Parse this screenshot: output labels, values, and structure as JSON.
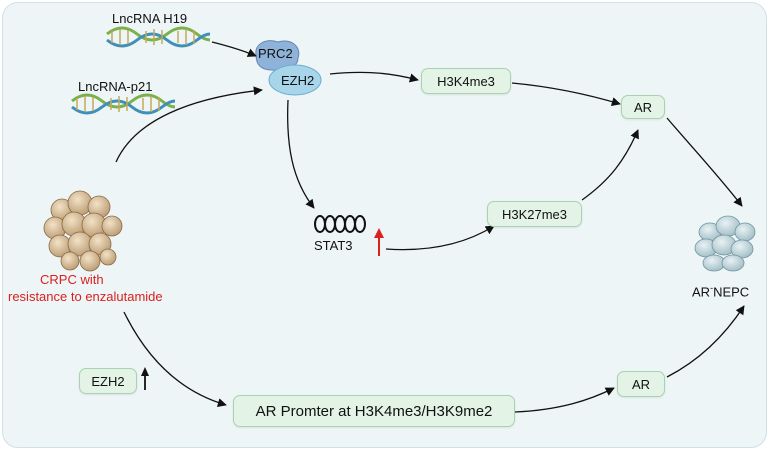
{
  "nodes": {
    "lnc_h19": "LncRNA H19",
    "lnc_p21": "LncRNA-p21",
    "prc2": "PRC2",
    "ezh2_complex": "EZH2",
    "h3k4me3": "H3K4me3",
    "ar_top": "AR",
    "stat3": "STAT3",
    "h3k27me3": "H3K27me3",
    "crpc_line1": "CRPC with",
    "crpc_line2": "resistance to enzalutamide",
    "ar_nepc": "AR",
    "ar_nepc_super": "-",
    "ar_nepc_suffix": "NEPC",
    "ezh2_box": "EZH2",
    "ar_promoter": "AR Promter at H3K4me3/H3K9me2",
    "ar_bottom": "AR"
  },
  "colors": {
    "box_fill": "#e3f3e6",
    "box_border": "#a8d3b0",
    "crpc_text": "#d9211e",
    "up_arrow_red": "#d9211e",
    "prc2_blob": "#8fb2d8",
    "ezh2_blob": "#a8d5ea",
    "panel_bg": "#eef5f7"
  },
  "icons": {
    "dna_h19": "dna-helix-icon",
    "dna_p21": "dna-helix-icon",
    "stat3": "coil-icon",
    "crpc_cells": "tumor-cell-cluster-icon",
    "nepc_cells": "nepc-cell-cluster-icon",
    "stat3_up": "red-up-arrow-icon",
    "ezh2_up": "black-up-arrow-icon"
  }
}
